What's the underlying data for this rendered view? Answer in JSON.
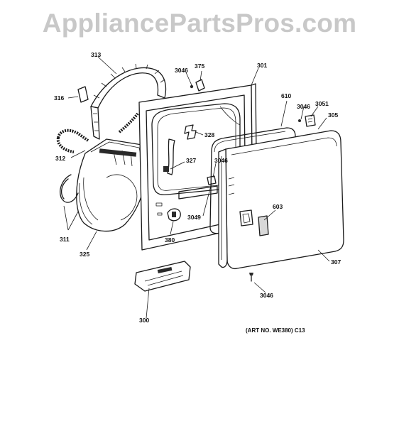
{
  "watermark": "AppliancePartsPros.com",
  "art_number": "(ART NO. WE380) C13",
  "parts": {
    "p313": "313",
    "p3046_top": "3046",
    "p375": "375",
    "p301": "301",
    "p316": "316",
    "p610": "610",
    "p3046_right": "3046",
    "p3051": "3051",
    "p305": "305",
    "p328": "328",
    "p312": "312",
    "p327": "327",
    "p3046_mid": "3046",
    "p603": "603",
    "p3049": "3049",
    "p311": "311",
    "p380": "380",
    "p325": "325",
    "p307": "307",
    "p3046_bottom": "3046",
    "p300": "300"
  }
}
